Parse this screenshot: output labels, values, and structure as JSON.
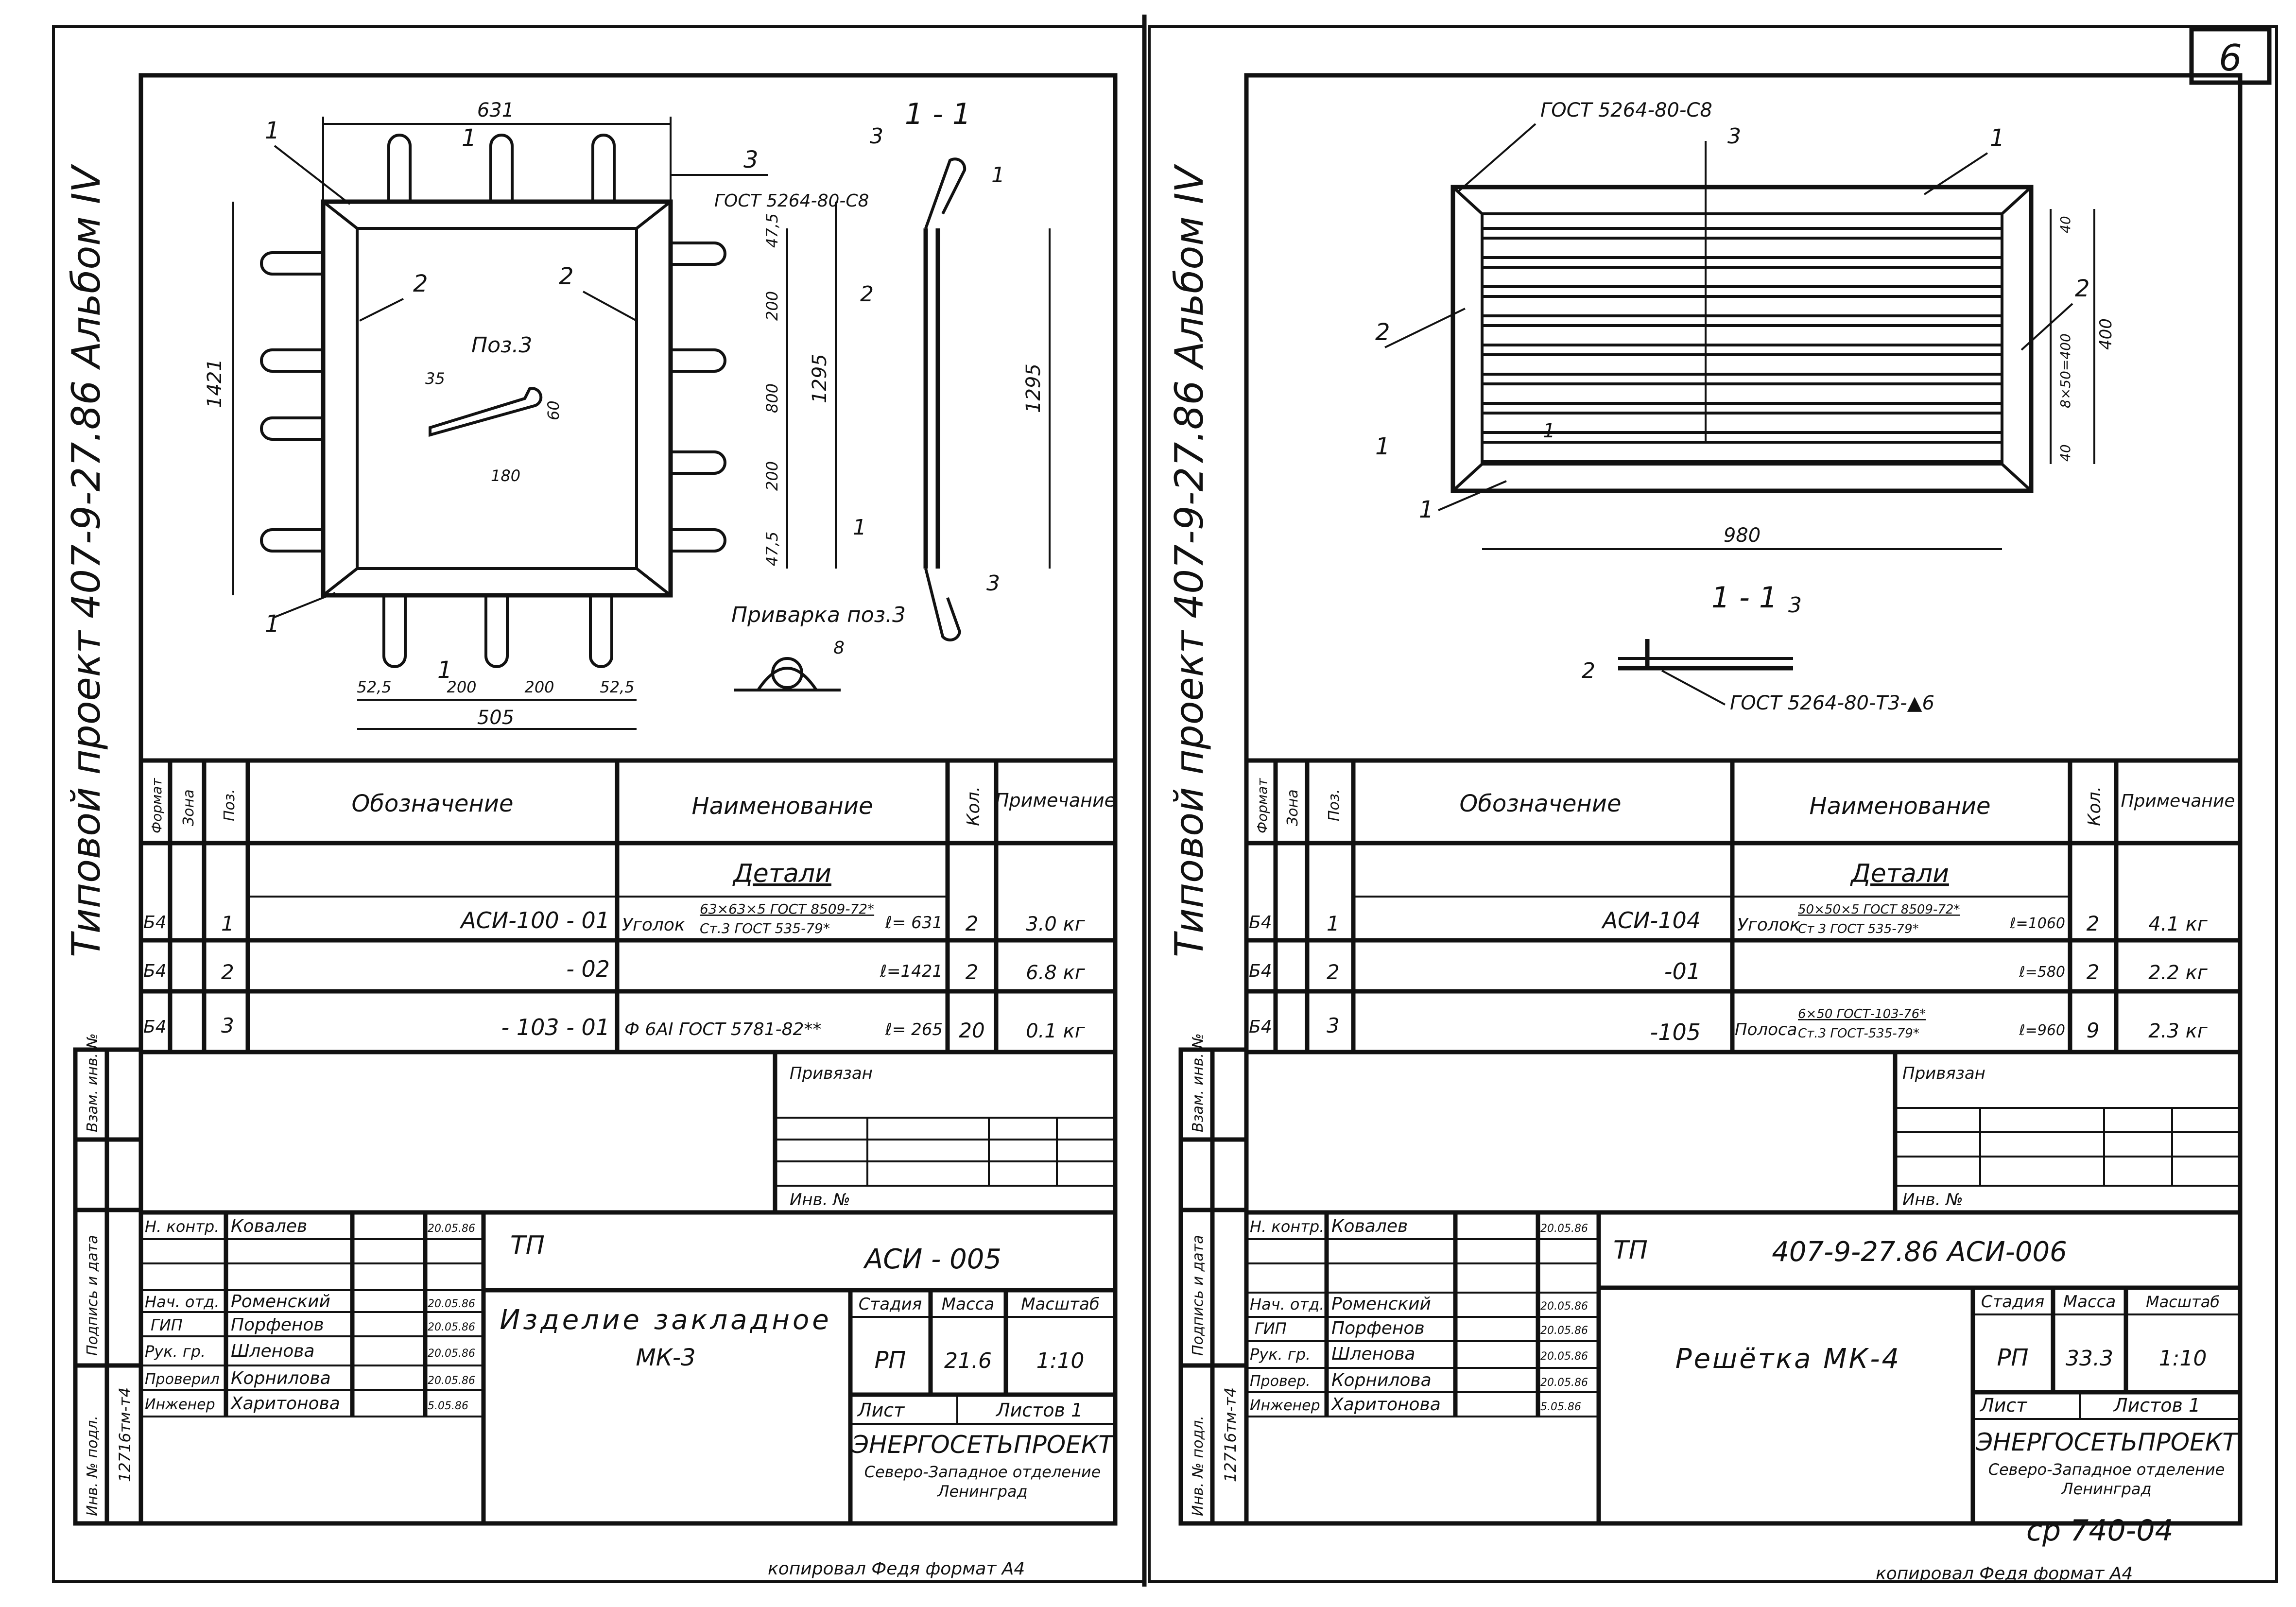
{
  "corner_page_number": "6",
  "footer_note": "ср 740-04",
  "sheets": [
    {
      "side_caption": "Типовой  проект  407-9-27.86  Альбом IV",
      "drawing": {
        "overall_width": "631",
        "bottom_width": "505",
        "height_outer": "1421",
        "height_inner": "1295",
        "height_side": "1295",
        "dims_vertical": [
          "47,5",
          "200",
          "800",
          "200",
          "47,5"
        ],
        "dims_bottom": [
          "52,5",
          "200",
          "200",
          "52,5"
        ],
        "weld_note": "ГОСТ 5264-80-С8",
        "position_caption": "Поз.3",
        "pos3_dims": [
          "35",
          "60",
          "180"
        ],
        "section_title": "1 - 1",
        "weld_caption": "Приварка поз.3",
        "weld_leg": "8",
        "callouts": [
          "1",
          "2",
          "3"
        ]
      },
      "bom": {
        "headers": [
          "Формат",
          "Зона",
          "Поз.",
          "Обозначение",
          "Наименование",
          "Кол.",
          "Примечание"
        ],
        "section": "Детали",
        "rows": [
          {
            "format": "Б4",
            "pos": "1",
            "designation": "АСИ-100 - 01",
            "name": "Уголок",
            "spec_top": "63×63×5 ГОСТ 8509-72*",
            "spec_bottom": "Ст.3 ГОСТ 535-79*",
            "length": "ℓ= 631",
            "qty": "2",
            "note": "3.0 кг"
          },
          {
            "format": "Б4",
            "pos": "2",
            "designation": "- 02",
            "name": "",
            "spec_top": "",
            "spec_bottom": "",
            "length": "ℓ=1421",
            "qty": "2",
            "note": "6.8 кг"
          },
          {
            "format": "Б4",
            "pos": "3",
            "designation": "- 103 - 01",
            "name": "Ф 6АI ГОСТ 5781-82**",
            "spec_top": "",
            "spec_bottom": "",
            "length": "ℓ= 265",
            "qty": "20",
            "note": "0.1 кг"
          }
        ]
      },
      "binding": {
        "title": "Привязан",
        "inv": "Инв. №"
      },
      "left_strip": [
        "Взам. инв. №",
        "Подпись и дата",
        "Инв. № подл.",
        "12716тм-т4"
      ],
      "title_block": {
        "code_left": "ТП",
        "code": "АСИ - 005",
        "people": [
          {
            "role": "Н. контр.",
            "name": "Ковалев",
            "date": "20.05.86"
          },
          {
            "role": "Нач. отд.",
            "name": "Роменский",
            "date": "20.05.86"
          },
          {
            "role": "ГИП",
            "name": "Порфенов",
            "date": "20.05.86"
          },
          {
            "role": "Рук. гр.",
            "name": "Шленова",
            "date": "20.05.86"
          },
          {
            "role": "Проверил",
            "name": "Корнилова",
            "date": "20.05.86"
          },
          {
            "role": "Инженер",
            "name": "Харитонова",
            "date": "5.05.86"
          }
        ],
        "item_name_line1": "Изделие закладное",
        "item_name_line2": "МК-3",
        "stage_label": "Стадия",
        "mass_label": "Масса",
        "scale_label": "Масштаб",
        "stage": "РП",
        "mass": "21.6",
        "scale": "1:10",
        "sheet_label": "Лист",
        "sheets_label": "Листов 1",
        "org": "ЭНЕРГОСЕТЬПРОЕКТ",
        "org_sub1": "Северо-Западное отделение",
        "org_sub2": "Ленинград"
      },
      "copy_note": "копировал  Федя  формат А4"
    },
    {
      "side_caption": "Типовой  проект  407-9-27.86  Альбом IV",
      "drawing": {
        "weld_note_top": "ГОСТ 5264-80-С8",
        "overall_width": "980",
        "height": "400",
        "dims_vertical": [
          "40",
          "8×50=400",
          "40"
        ],
        "section_title": "1 - 1",
        "weld_note_section": "ГОСТ 5264-80-Т3-▲6",
        "callouts": [
          "1",
          "2",
          "3"
        ]
      },
      "bom": {
        "headers": [
          "Формат",
          "Зона",
          "Поз.",
          "Обозначение",
          "Наименование",
          "Кол.",
          "Примечание"
        ],
        "section": "Детали",
        "rows": [
          {
            "format": "Б4",
            "pos": "1",
            "designation": "АСИ-104",
            "name": "Уголок",
            "spec_top": "50×50×5 ГОСТ 8509-72*",
            "spec_bottom": "Ст 3 ГОСТ 535-79*",
            "length": "ℓ=1060",
            "qty": "2",
            "note": "4.1 кг"
          },
          {
            "format": "Б4",
            "pos": "2",
            "designation": "-01",
            "name": "",
            "spec_top": "",
            "spec_bottom": "",
            "length": "ℓ=580",
            "qty": "2",
            "note": "2.2 кг"
          },
          {
            "format": "Б4",
            "pos": "3",
            "designation": "-105",
            "name": "Полоса",
            "spec_top": "6×50 ГОСТ-103-76*",
            "spec_bottom": "Ст.3 ГОСТ-535-79*",
            "length": "ℓ=960",
            "qty": "9",
            "note": "2.3 кг"
          }
        ]
      },
      "binding": {
        "title": "Привязан",
        "inv": "Инв. №"
      },
      "left_strip": [
        "Взам. инв. №",
        "Подпись и дата",
        "Инв. № подл.",
        "12716тм-т4"
      ],
      "title_block": {
        "code_left": "ТП",
        "code": "407-9-27.86  АСИ-006",
        "people": [
          {
            "role": "Н. контр.",
            "name": "Ковалев",
            "date": "20.05.86"
          },
          {
            "role": "Нач. отд.",
            "name": "Роменский",
            "date": "20.05.86"
          },
          {
            "role": "ГИП",
            "name": "Порфенов",
            "date": "20.05.86"
          },
          {
            "role": "Рук. гр.",
            "name": "Шленова",
            "date": "20.05.86"
          },
          {
            "role": "Провер.",
            "name": "Корнилова",
            "date": "20.05.86"
          },
          {
            "role": "Инженер",
            "name": "Харитонова",
            "date": "5.05.86"
          }
        ],
        "item_name_line1": "Решётка МК-4",
        "item_name_line2": "",
        "stage_label": "Стадия",
        "mass_label": "Масса",
        "scale_label": "Масштаб",
        "stage": "РП",
        "mass": "33.3",
        "scale": "1:10",
        "sheet_label": "Лист",
        "sheets_label": "Листов 1",
        "org": "ЭНЕРГОСЕТЬПРОЕКТ",
        "org_sub1": "Северо-Западное отделение",
        "org_sub2": "Ленинград"
      },
      "copy_note": "копировал  Федя  формат А4"
    }
  ]
}
